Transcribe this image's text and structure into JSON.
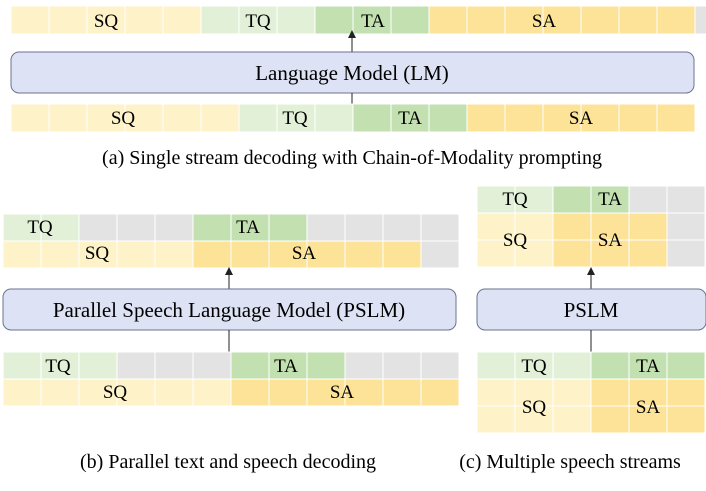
{
  "colors": {
    "sq": "#fdf2c8",
    "tq": "#e3f0d8",
    "ta": "#c2e0b0",
    "sa": "#fce398",
    "pad": "#e3e3e3",
    "model_fill": "#dde3f4",
    "model_stroke": "#6a7390",
    "arrow": "#222222"
  },
  "panel_a": {
    "model_label": "Language Model (LM)",
    "output_labels": {
      "sq": "SQ",
      "tq": "TQ",
      "ta": "TA",
      "sa": "SA"
    },
    "input_labels": {
      "sq": "SQ",
      "tq": "TQ",
      "ta": "TA",
      "sa": "SA"
    },
    "caption": "(a) Single stream decoding with Chain-of-Modality prompting"
  },
  "panel_b": {
    "model_label": "Parallel Speech Language Model (PSLM)",
    "output_labels": {
      "tq": "TQ",
      "ta": "TA",
      "sq": "SQ",
      "sa": "SA"
    },
    "input_labels": {
      "tq": "TQ",
      "ta": "TA",
      "sq": "SQ",
      "sa": "SA"
    },
    "caption": "(b) Parallel text and speech decoding"
  },
  "panel_c": {
    "model_label": "PSLM",
    "output_labels": {
      "tq": "TQ",
      "ta": "TA",
      "sq": "SQ",
      "sa": "SA"
    },
    "input_labels": {
      "tq": "TQ",
      "ta": "TA",
      "sq": "SQ",
      "sa": "SA"
    },
    "caption": "(c) Multiple speech streams"
  }
}
